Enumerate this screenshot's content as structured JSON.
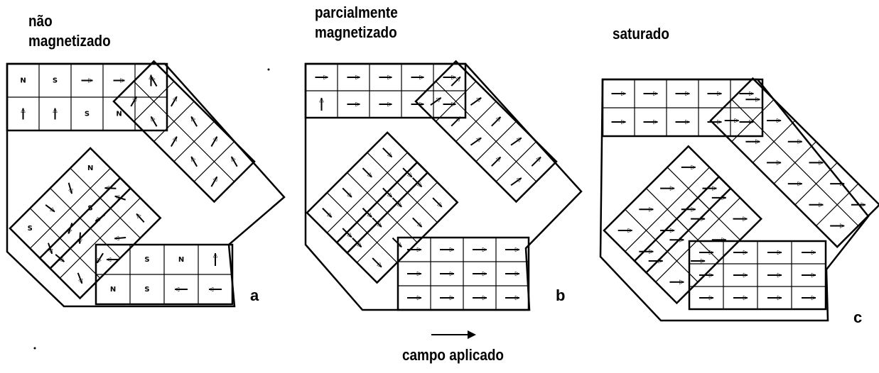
{
  "panels": [
    {
      "id": "a",
      "title_line1": "não",
      "title_line2": "magnetizado",
      "letter": "a"
    },
    {
      "id": "b",
      "title_line1": "parcialmente",
      "title_line2": "magnetizado",
      "letter": "b"
    },
    {
      "id": "c",
      "title_line1": "saturado",
      "title_line2": "",
      "letter": "c"
    }
  ],
  "field": {
    "label": "campo aplicado",
    "direction": "right"
  },
  "domain_labels": {
    "north": "N",
    "south": "S"
  }
}
